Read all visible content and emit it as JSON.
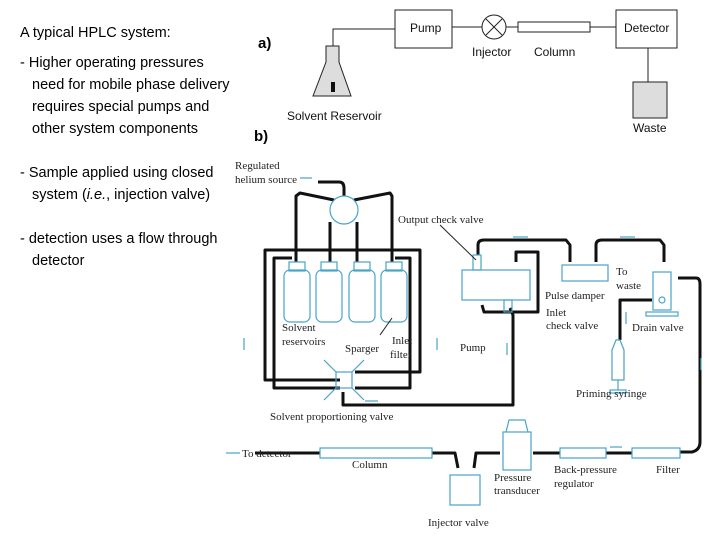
{
  "notes": {
    "title": "A typical HPLC system:",
    "bullets": [
      {
        "text": "- Higher operating pressures need for mobile phase delivery requires special pumps and other system components"
      },
      {
        "pre": "- Sample applied using closed system (",
        "em": "i.e.",
        "post": ", injection valve)"
      },
      {
        "text": "- detection uses a flow through detector"
      }
    ]
  },
  "diagram_a": {
    "label": "a)",
    "pump": "Pump",
    "injector": "Injector",
    "column": "Column",
    "detector": "Detector",
    "reservoir": "Solvent Reservoir",
    "waste": "Waste"
  },
  "diagram_b": {
    "label": "b)",
    "helium1": "Regulated",
    "helium2": "helium source",
    "output_check_valve": "Output check valve",
    "solvent1": "Solvent",
    "solvent2": "reservoirs",
    "sparger": "Sparger",
    "inlet_filter1": "Inlet",
    "inlet_filter2": "filter",
    "pump": "Pump",
    "pulse_damper": "Pulse damper",
    "to_waste1": "To",
    "to_waste2": "waste",
    "inlet_check1": "Inlet",
    "inlet_check2": "check valve",
    "drain_valve": "Drain valve",
    "priming_syringe": "Priming syringe",
    "proportioning_valve": "Solvent proportioning valve",
    "to_detector": "To detector",
    "column": "Column",
    "pressure1": "Pressure",
    "pressure2": "transducer",
    "backpressure1": "Back-pressure",
    "backpressure2": "regulator",
    "filter": "Filter",
    "injector_valve": "Injector valve"
  },
  "colors": {
    "component_outline": "#4aa3c8",
    "tubing": "#111111"
  }
}
